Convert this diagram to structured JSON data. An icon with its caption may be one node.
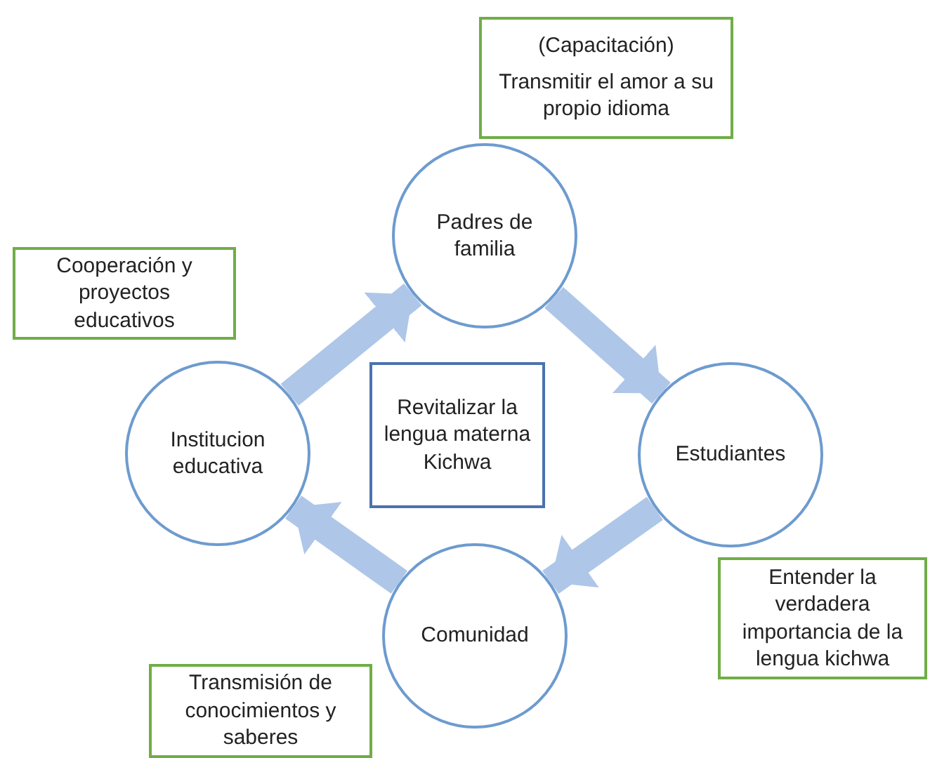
{
  "diagram": {
    "nodes": [
      {
        "text": [
          "(Capacitación)",
          "Transmitir el amor a su propio idioma"
        ]
      },
      {
        "text": [
          "Padres de familia"
        ]
      },
      {
        "text": [
          "Cooperación y proyectos educativos"
        ]
      },
      {
        "text": [
          "Revitalizar la lengua materna Kichwa"
        ]
      },
      {
        "text": [
          "Institucion educativa"
        ]
      },
      {
        "text": [
          "Estudiantes"
        ]
      },
      {
        "text": [
          "Entender la verdadera importancia de la lengua kichwa"
        ]
      },
      {
        "text": [
          "Comunidad"
        ]
      },
      {
        "text": [
          "Transmisión de conocimientos y saberes"
        ]
      }
    ],
    "edges": [
      {
        "from": 1,
        "to": 5,
        "arrow": "to"
      },
      {
        "from": 5,
        "to": 7,
        "arrow": "to"
      },
      {
        "from": 7,
        "to": 4,
        "arrow": "to"
      },
      {
        "from": 4,
        "to": 1,
        "arrow": "to"
      }
    ]
  }
}
